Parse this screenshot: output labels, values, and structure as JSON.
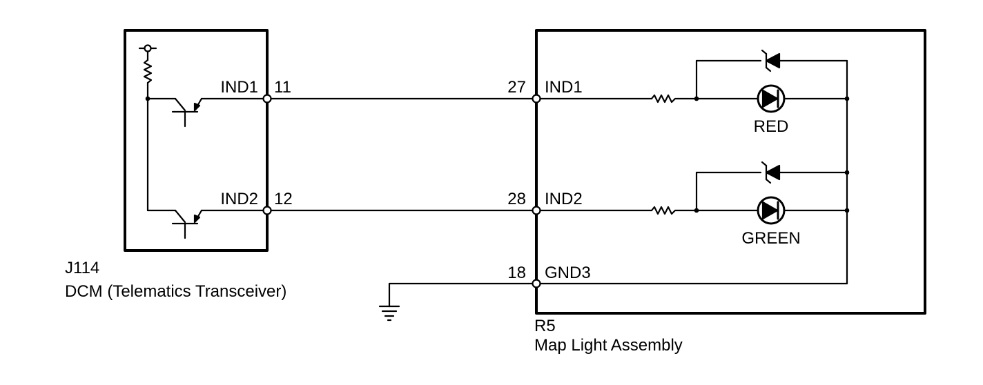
{
  "dcm": {
    "code": "J114",
    "name": "DCM (Telematics Transceiver)",
    "pins": [
      {
        "label": "IND1",
        "number": "11"
      },
      {
        "label": "IND2",
        "number": "12"
      }
    ]
  },
  "map_light": {
    "code": "R5",
    "name": "Map Light Assembly",
    "pins": [
      {
        "label": "IND1",
        "number": "27"
      },
      {
        "label": "IND2",
        "number": "28"
      },
      {
        "label": "GND3",
        "number": "18"
      }
    ],
    "leds": [
      {
        "label": "RED"
      },
      {
        "label": "GREEN"
      }
    ]
  },
  "colors": {
    "line": "#000000",
    "background": "#ffffff"
  }
}
